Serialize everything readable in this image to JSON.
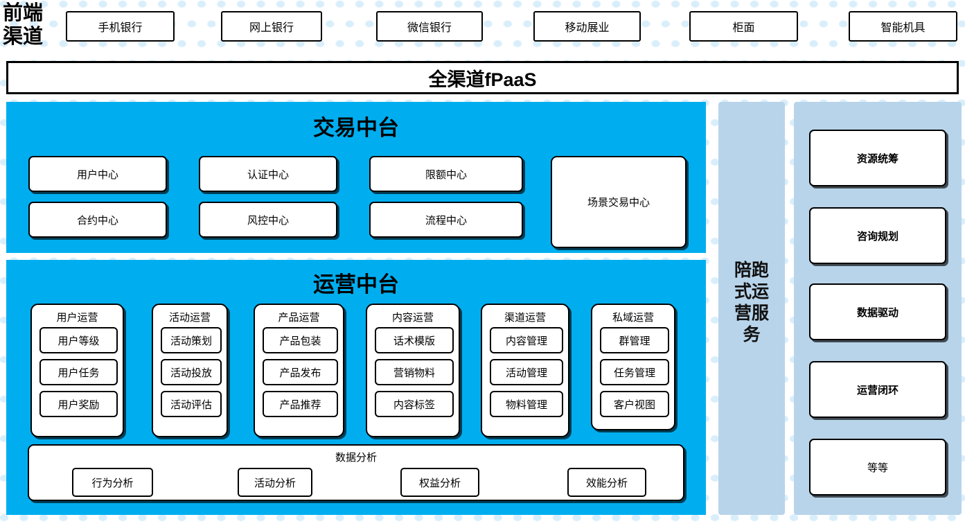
{
  "colors": {
    "cyan": "#00AEEF",
    "light_blue": "#b8d4ea",
    "dot": "#d9eefb",
    "box_border": "#000000",
    "box_fill": "#ffffff"
  },
  "front_channel": {
    "label": "前端渠道",
    "items": [
      {
        "label": "手机银行"
      },
      {
        "label": "网上银行"
      },
      {
        "label": "微信银行"
      },
      {
        "label": "移动展业"
      },
      {
        "label": "柜面"
      },
      {
        "label": "智能机具"
      }
    ]
  },
  "fpaas": {
    "label": "全渠道fPaaS"
  },
  "trade_center": {
    "title": "交易中台",
    "items": [
      {
        "label": "用户中心"
      },
      {
        "label": "认证中心"
      },
      {
        "label": "限额中心"
      },
      {
        "label": "合约中心"
      },
      {
        "label": "风控中心"
      },
      {
        "label": "流程中心"
      }
    ],
    "scene": {
      "label": "场景交易中心"
    }
  },
  "operation_center": {
    "title": "运营中台",
    "columns": [
      {
        "title": "用户运营",
        "items": [
          "用户等级",
          "用户任务",
          "用户奖励"
        ]
      },
      {
        "title": "活动运营",
        "items": [
          "活动策划",
          "活动投放",
          "活动评估"
        ]
      },
      {
        "title": "产品运营",
        "items": [
          "产品包装",
          "产品发布",
          "产品推荐"
        ]
      },
      {
        "title": "内容运营",
        "items": [
          "话术模版",
          "营销物料",
          "内容标签"
        ]
      },
      {
        "title": "渠道运营",
        "items": [
          "内容管理",
          "活动管理",
          "物料管理"
        ]
      },
      {
        "title": "私域运营",
        "items": [
          "群管理",
          "任务管理",
          "客户视图"
        ]
      }
    ],
    "data_analysis": {
      "title": "数据分析",
      "items": [
        "行为分析",
        "活动分析",
        "权益分析",
        "效能分析"
      ]
    }
  },
  "accompany_service": {
    "label": "陪跑式运营服务"
  },
  "service_column": {
    "items": [
      {
        "label": "资源统筹",
        "bold": true
      },
      {
        "label": "咨询规划",
        "bold": true
      },
      {
        "label": "数据驱动",
        "bold": true
      },
      {
        "label": "运营闭环",
        "bold": true
      },
      {
        "label": "等等",
        "bold": false
      }
    ]
  }
}
